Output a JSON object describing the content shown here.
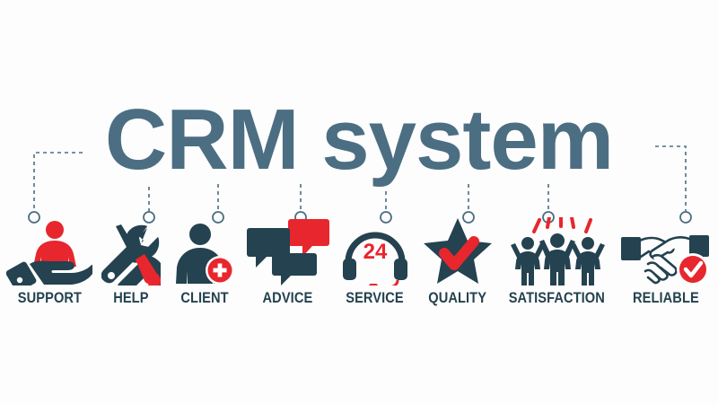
{
  "banner": {
    "title": "CRM system",
    "background_color": "#fdfdfd",
    "primary_color": "#24424f",
    "title_color": "#4c6e82",
    "accent_color": "#e8262d"
  },
  "connectors": {
    "style": "dashed",
    "endpoint": "circle",
    "color": "#4c6e82"
  },
  "items": [
    {
      "label": "SUPPORT",
      "icon": "hand-holding-person-icon"
    },
    {
      "label": "HELP",
      "icon": "wrench-screwdriver-icon"
    },
    {
      "label": "CLIENT",
      "icon": "person-plus-badge-icon"
    },
    {
      "label": "ADVICE",
      "icon": "speech-bubbles-icon"
    },
    {
      "label": "SERVICE",
      "icon": "headset-24-icon"
    },
    {
      "label": "QUALITY",
      "icon": "star-check-icon"
    },
    {
      "label": "SATISFACTION",
      "icon": "cheering-people-icon"
    },
    {
      "label": "RELIABLE",
      "icon": "handshake-check-icon"
    }
  ]
}
